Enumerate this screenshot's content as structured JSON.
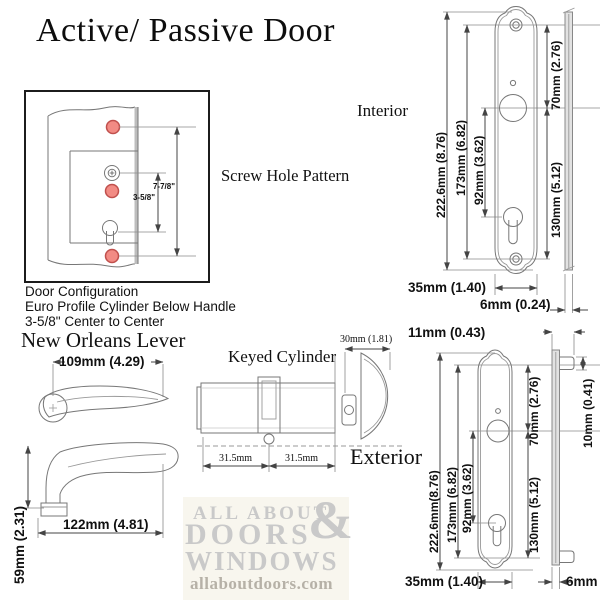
{
  "title": "Active/ Passive Door",
  "screw_pattern": {
    "label": "Screw Hole Pattern",
    "dim_overall": "7-7/8\"",
    "dim_center": "3-5/8\""
  },
  "door_config": {
    "line1": "Door Configuration",
    "line2": "Euro Profile Cylinder Below Handle",
    "line3": "3-5/8\" Center to Center"
  },
  "lever": {
    "title": "New Orleans Lever",
    "dim_top_length": "109mm (4.29)",
    "dim_side_length": "122mm (4.81)",
    "dim_side_height": "59mm (2.31)"
  },
  "cylinder": {
    "title": "Keyed Cylinder",
    "dim_thumbturn_width": "30mm (1.81)",
    "dim_left_half": "31.5mm",
    "dim_right_half": "31.5mm"
  },
  "interior_plate": {
    "label": "Interior",
    "dim_overall_height": "222.6mm (8.76)",
    "dim_screw_spacing": "173mm (6.82)",
    "dim_handle_to_cylinder": "92mm (3.62)",
    "dim_top_to_handle": "70mm (2.76)",
    "dim_handle_to_bottom": "130mm (5.12)",
    "dim_width": "35mm (1.40)",
    "dim_thickness": "6mm (0.24)"
  },
  "exterior_plate": {
    "label": "Exterior",
    "dim_tab_width": "11mm (0.43)",
    "dim_tab_height": "10mm (0.41)",
    "dim_overall_height": "222.6mm(8.76)",
    "dim_screw_spacing": "173mm (6.82)",
    "dim_handle_to_cylinder": "92mm (3.62)",
    "dim_top_to_handle": "70mm (2.76)",
    "dim_handle_to_bottom": "130mm (5.12)",
    "dim_width": "35mm (1.40)",
    "dim_thickness": "6mm"
  },
  "watermark": {
    "line1": "ALL ABOUT",
    "ampersand": "&",
    "line2": "DOORS",
    "line3": "WINDOWS",
    "url": "allaboutdoors.com"
  },
  "colors": {
    "screw_hole_fill": "#f28b84",
    "screw_hole_stroke": "#c0504d",
    "watermark_text": "#c9c9c9",
    "watermark_url": "#b6b1a7",
    "watermark_bg": "#f8f6ee",
    "drawing_line": "#777777",
    "dimension_line": "#444444"
  }
}
